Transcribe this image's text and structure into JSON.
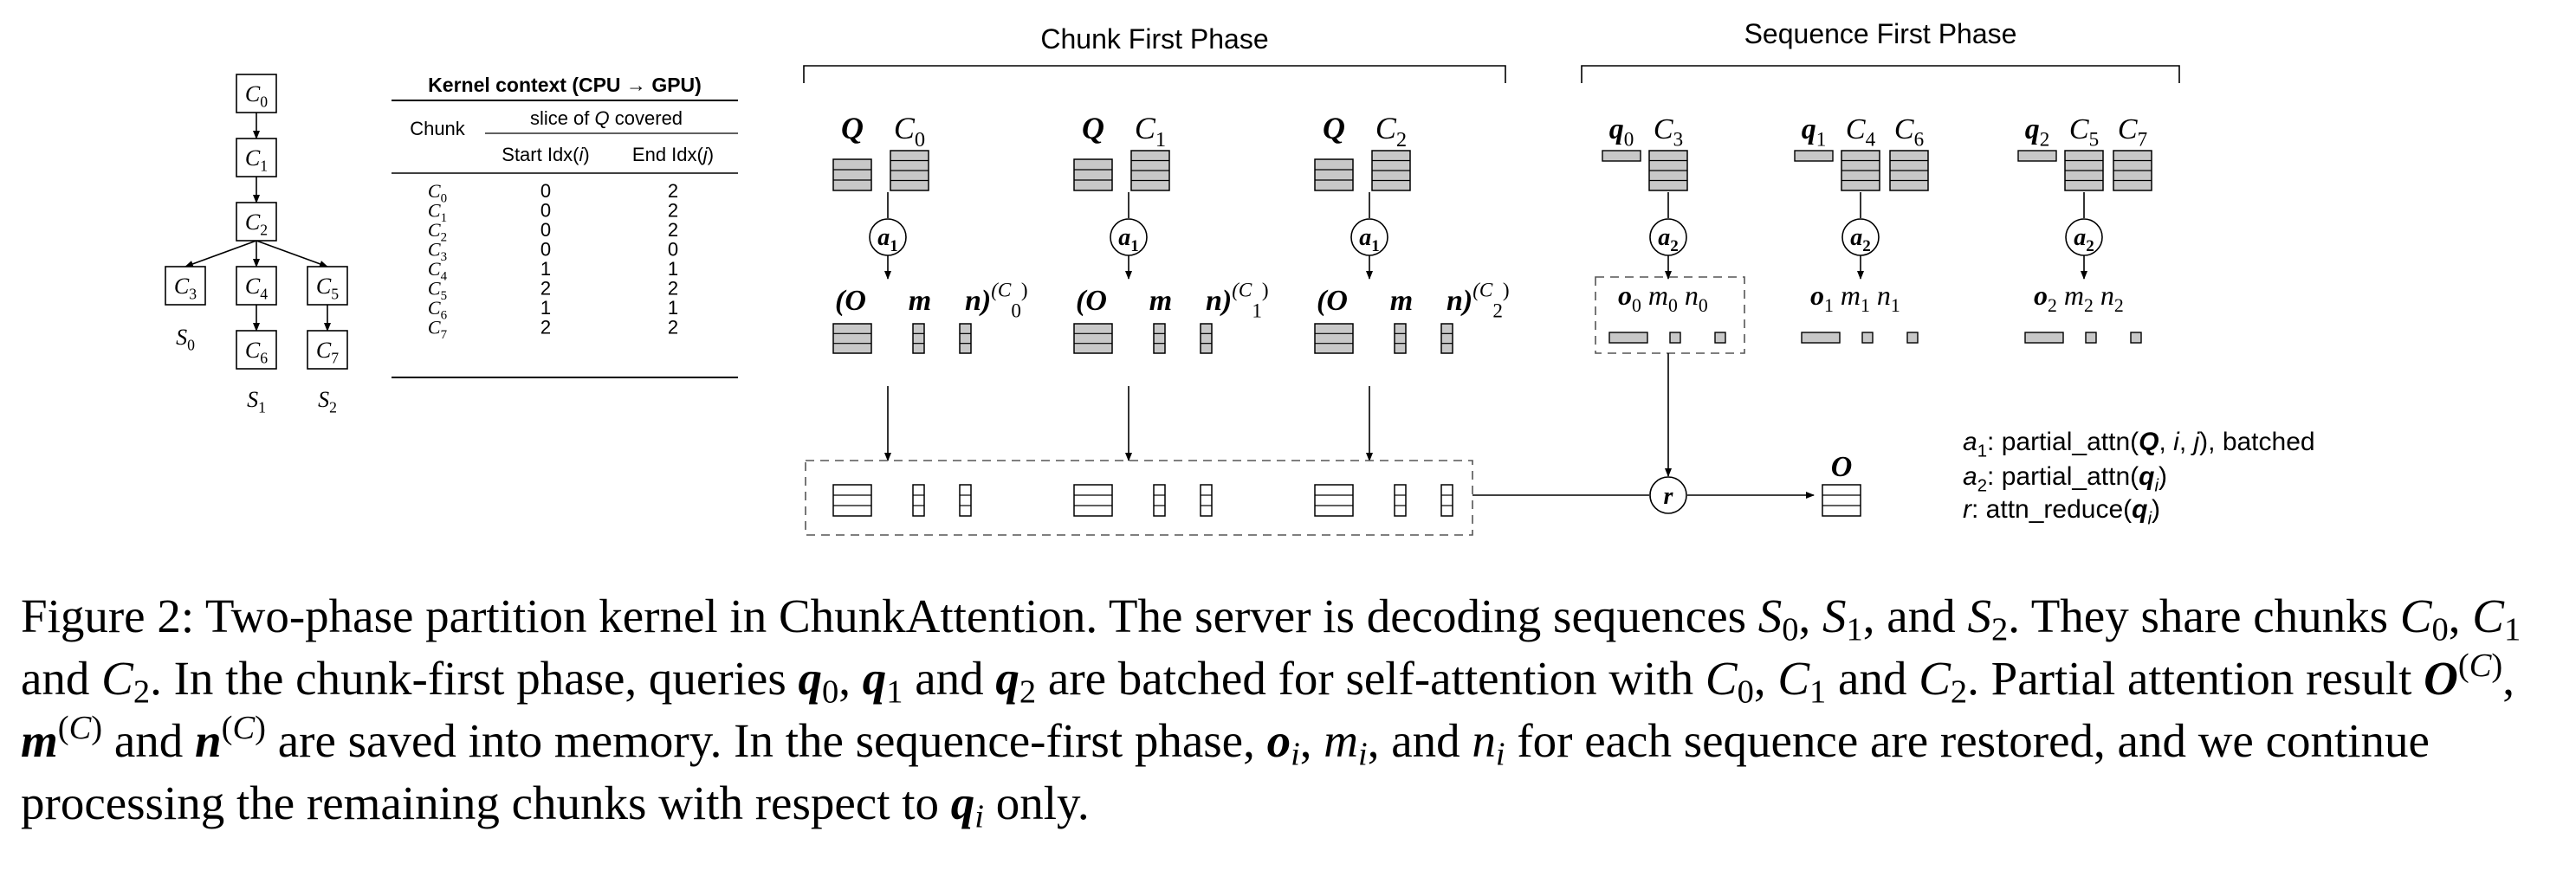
{
  "tree": {
    "nodes": [
      {
        "id": "C0",
        "base": "C",
        "sub": "0"
      },
      {
        "id": "C1",
        "base": "C",
        "sub": "1"
      },
      {
        "id": "C2",
        "base": "C",
        "sub": "2"
      },
      {
        "id": "C3",
        "base": "C",
        "sub": "3"
      },
      {
        "id": "C4",
        "base": "C",
        "sub": "4"
      },
      {
        "id": "C5",
        "base": "C",
        "sub": "5"
      },
      {
        "id": "C6",
        "base": "C",
        "sub": "6"
      },
      {
        "id": "C7",
        "base": "C",
        "sub": "7"
      }
    ],
    "sequences": [
      {
        "base": "S",
        "sub": "0"
      },
      {
        "base": "S",
        "sub": "1"
      },
      {
        "base": "S",
        "sub": "2"
      }
    ]
  },
  "table": {
    "title": "Kernel context (CPU → GPU)",
    "col_chunk": "Chunk",
    "col_group_prefix": "slice of ",
    "col_group_var": "Q",
    "col_group_suffix": " covered",
    "col_start": "Start Idx(",
    "col_start_var": "i",
    "col_end": "End Idx(",
    "col_end_var": "j",
    "close_paren": ")",
    "rows": [
      {
        "chunk_base": "C",
        "chunk_sub": "0",
        "start": "0",
        "end": "2"
      },
      {
        "chunk_base": "C",
        "chunk_sub": "1",
        "start": "0",
        "end": "2"
      },
      {
        "chunk_base": "C",
        "chunk_sub": "2",
        "start": "0",
        "end": "2"
      },
      {
        "chunk_base": "C",
        "chunk_sub": "3",
        "start": "0",
        "end": "0"
      },
      {
        "chunk_base": "C",
        "chunk_sub": "4",
        "start": "1",
        "end": "1"
      },
      {
        "chunk_base": "C",
        "chunk_sub": "5",
        "start": "2",
        "end": "2"
      },
      {
        "chunk_base": "C",
        "chunk_sub": "6",
        "start": "1",
        "end": "1"
      },
      {
        "chunk_base": "C",
        "chunk_sub": "7",
        "start": "2",
        "end": "2"
      }
    ]
  },
  "phases": {
    "chunk_first": "Chunk First Phase",
    "sequence_first": "Sequence First Phase"
  },
  "chunk_first_groups": [
    {
      "q": "Q",
      "chunk_base": "C",
      "chunk_sub": "0",
      "op": "a",
      "op_sub": "1",
      "o": "(O",
      "m": "m",
      "n": "n)",
      "sup": "(C",
      "sup_sub": "0",
      "sup_close": ")"
    },
    {
      "q": "Q",
      "chunk_base": "C",
      "chunk_sub": "1",
      "op": "a",
      "op_sub": "1",
      "o": "(O",
      "m": "m",
      "n": "n)",
      "sup": "(C",
      "sup_sub": "1",
      "sup_close": ")"
    },
    {
      "q": "Q",
      "chunk_base": "C",
      "chunk_sub": "2",
      "op": "a",
      "op_sub": "1",
      "o": "(O",
      "m": "m",
      "n": "n)",
      "sup": "(C",
      "sup_sub": "2",
      "sup_close": ")"
    }
  ],
  "sequence_first_groups": [
    {
      "q": "q",
      "q_sub": "0",
      "chunks": [
        {
          "base": "C",
          "sub": "3"
        }
      ],
      "op": "a",
      "op_sub": "2",
      "o": "o",
      "m": "m",
      "n": "n",
      "idx": "0"
    },
    {
      "q": "q",
      "q_sub": "1",
      "chunks": [
        {
          "base": "C",
          "sub": "4"
        },
        {
          "base": "C",
          "sub": "6"
        }
      ],
      "op": "a",
      "op_sub": "2",
      "o": "o",
      "m": "m",
      "n": "n",
      "idx": "1"
    },
    {
      "q": "q",
      "q_sub": "2",
      "chunks": [
        {
          "base": "C",
          "sub": "5"
        },
        {
          "base": "C",
          "sub": "7"
        }
      ],
      "op": "a",
      "op_sub": "2",
      "o": "o",
      "m": "m",
      "n": "n",
      "idx": "2"
    }
  ],
  "reduce": {
    "label": "r",
    "output": "O"
  },
  "legend": [
    {
      "sym": "a",
      "sym_sub": "1",
      "text1": ": partial_attn(",
      "arg1": "Q",
      "text2": ", ",
      "arg2": "i",
      "text3": ", ",
      "arg3": "j",
      "text4": "), batched"
    },
    {
      "sym": "a",
      "sym_sub": "2",
      "text1": ": partial_attn(",
      "arg1": "q",
      "arg1_sub": "i",
      "text2": ")"
    },
    {
      "sym": "r",
      "text1": ": attn_reduce(",
      "arg1": "q",
      "arg1_sub": "i",
      "text2": ")"
    }
  ],
  "caption": {
    "label": "Figure 2:",
    "title": "Two-phase partition kernel in ChunkAttention.",
    "s1": "The server is decoding sequences",
    "s2": "They share chunks",
    "s3": "In the chunk-first phase, queries",
    "s4": "are batched for self-attention with",
    "s5": "Partial attention result",
    "s6": "are saved into memory. In the sequence-first phase,",
    "s7": "for each sequence are restored, and we continue processing the remaining chunks with respect to",
    "s8": "only.",
    "and": "and",
    "and_c": ", and"
  },
  "colors": {
    "fill": "#c8c8c8",
    "stroke": "#000000",
    "dash": "#555555"
  }
}
